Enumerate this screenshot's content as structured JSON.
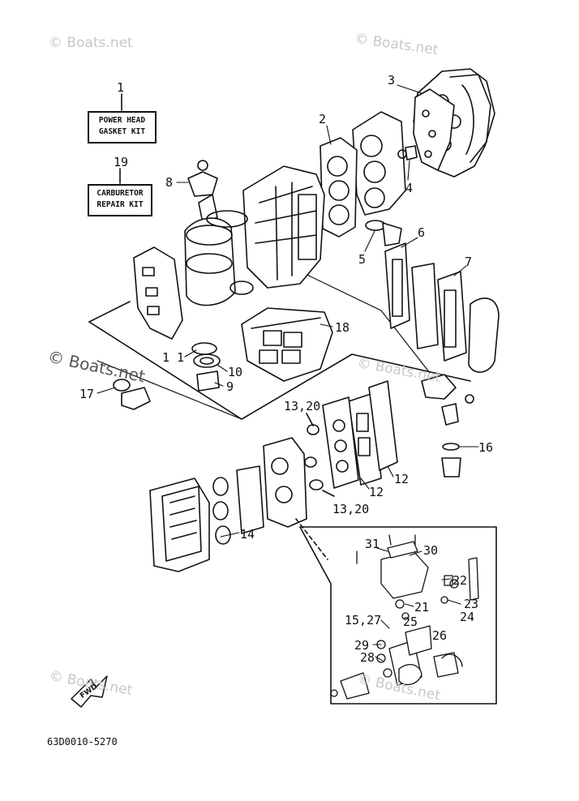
{
  "kits": [
    {
      "number": "1",
      "lines": [
        "POWER HEAD",
        "GASKET KIT"
      ]
    },
    {
      "number": "19",
      "lines": [
        "CARBURETOR",
        "REPAIR KIT"
      ]
    }
  ],
  "callouts": {
    "c2": "2",
    "c3": "3",
    "c4": "4",
    "c5": "5",
    "c6": "6",
    "c7": "7",
    "c8": "8",
    "c9": "9",
    "c10": "10",
    "c11": "1 1",
    "c12a": "12",
    "c12b": "12",
    "c13_20a": "13,20",
    "c13_20b": "13,20",
    "c14": "14",
    "c15_27": "15,27",
    "c16": "16",
    "c17": "17",
    "c18": "18",
    "c21": "21",
    "c22": "22",
    "c23": "23",
    "c24": "24",
    "c25": "25",
    "c26": "26",
    "c28": "28",
    "c29": "29",
    "c30": "30",
    "c31": "31"
  },
  "watermarks": {
    "w1": "© Boats.net",
    "w2": "© Boats.net",
    "w3": "© Boats.net",
    "w4": "© Boats.net",
    "w5": "© Boats.net",
    "w6": "© Boats.net"
  },
  "fwd_label": "FWD",
  "figure_code": "63D0010-5270"
}
